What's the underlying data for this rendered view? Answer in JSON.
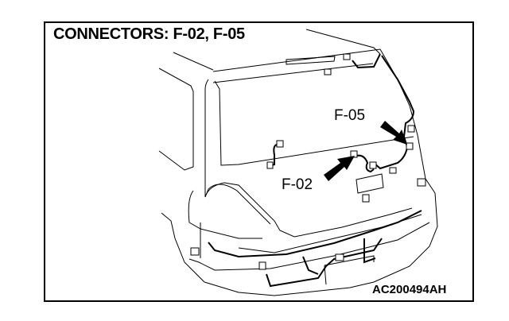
{
  "title": "CONNECTORS: F-02, F-05",
  "figure_code": "AC200494AH",
  "callouts": [
    {
      "label": "F-05"
    },
    {
      "label": "F-02"
    }
  ]
}
